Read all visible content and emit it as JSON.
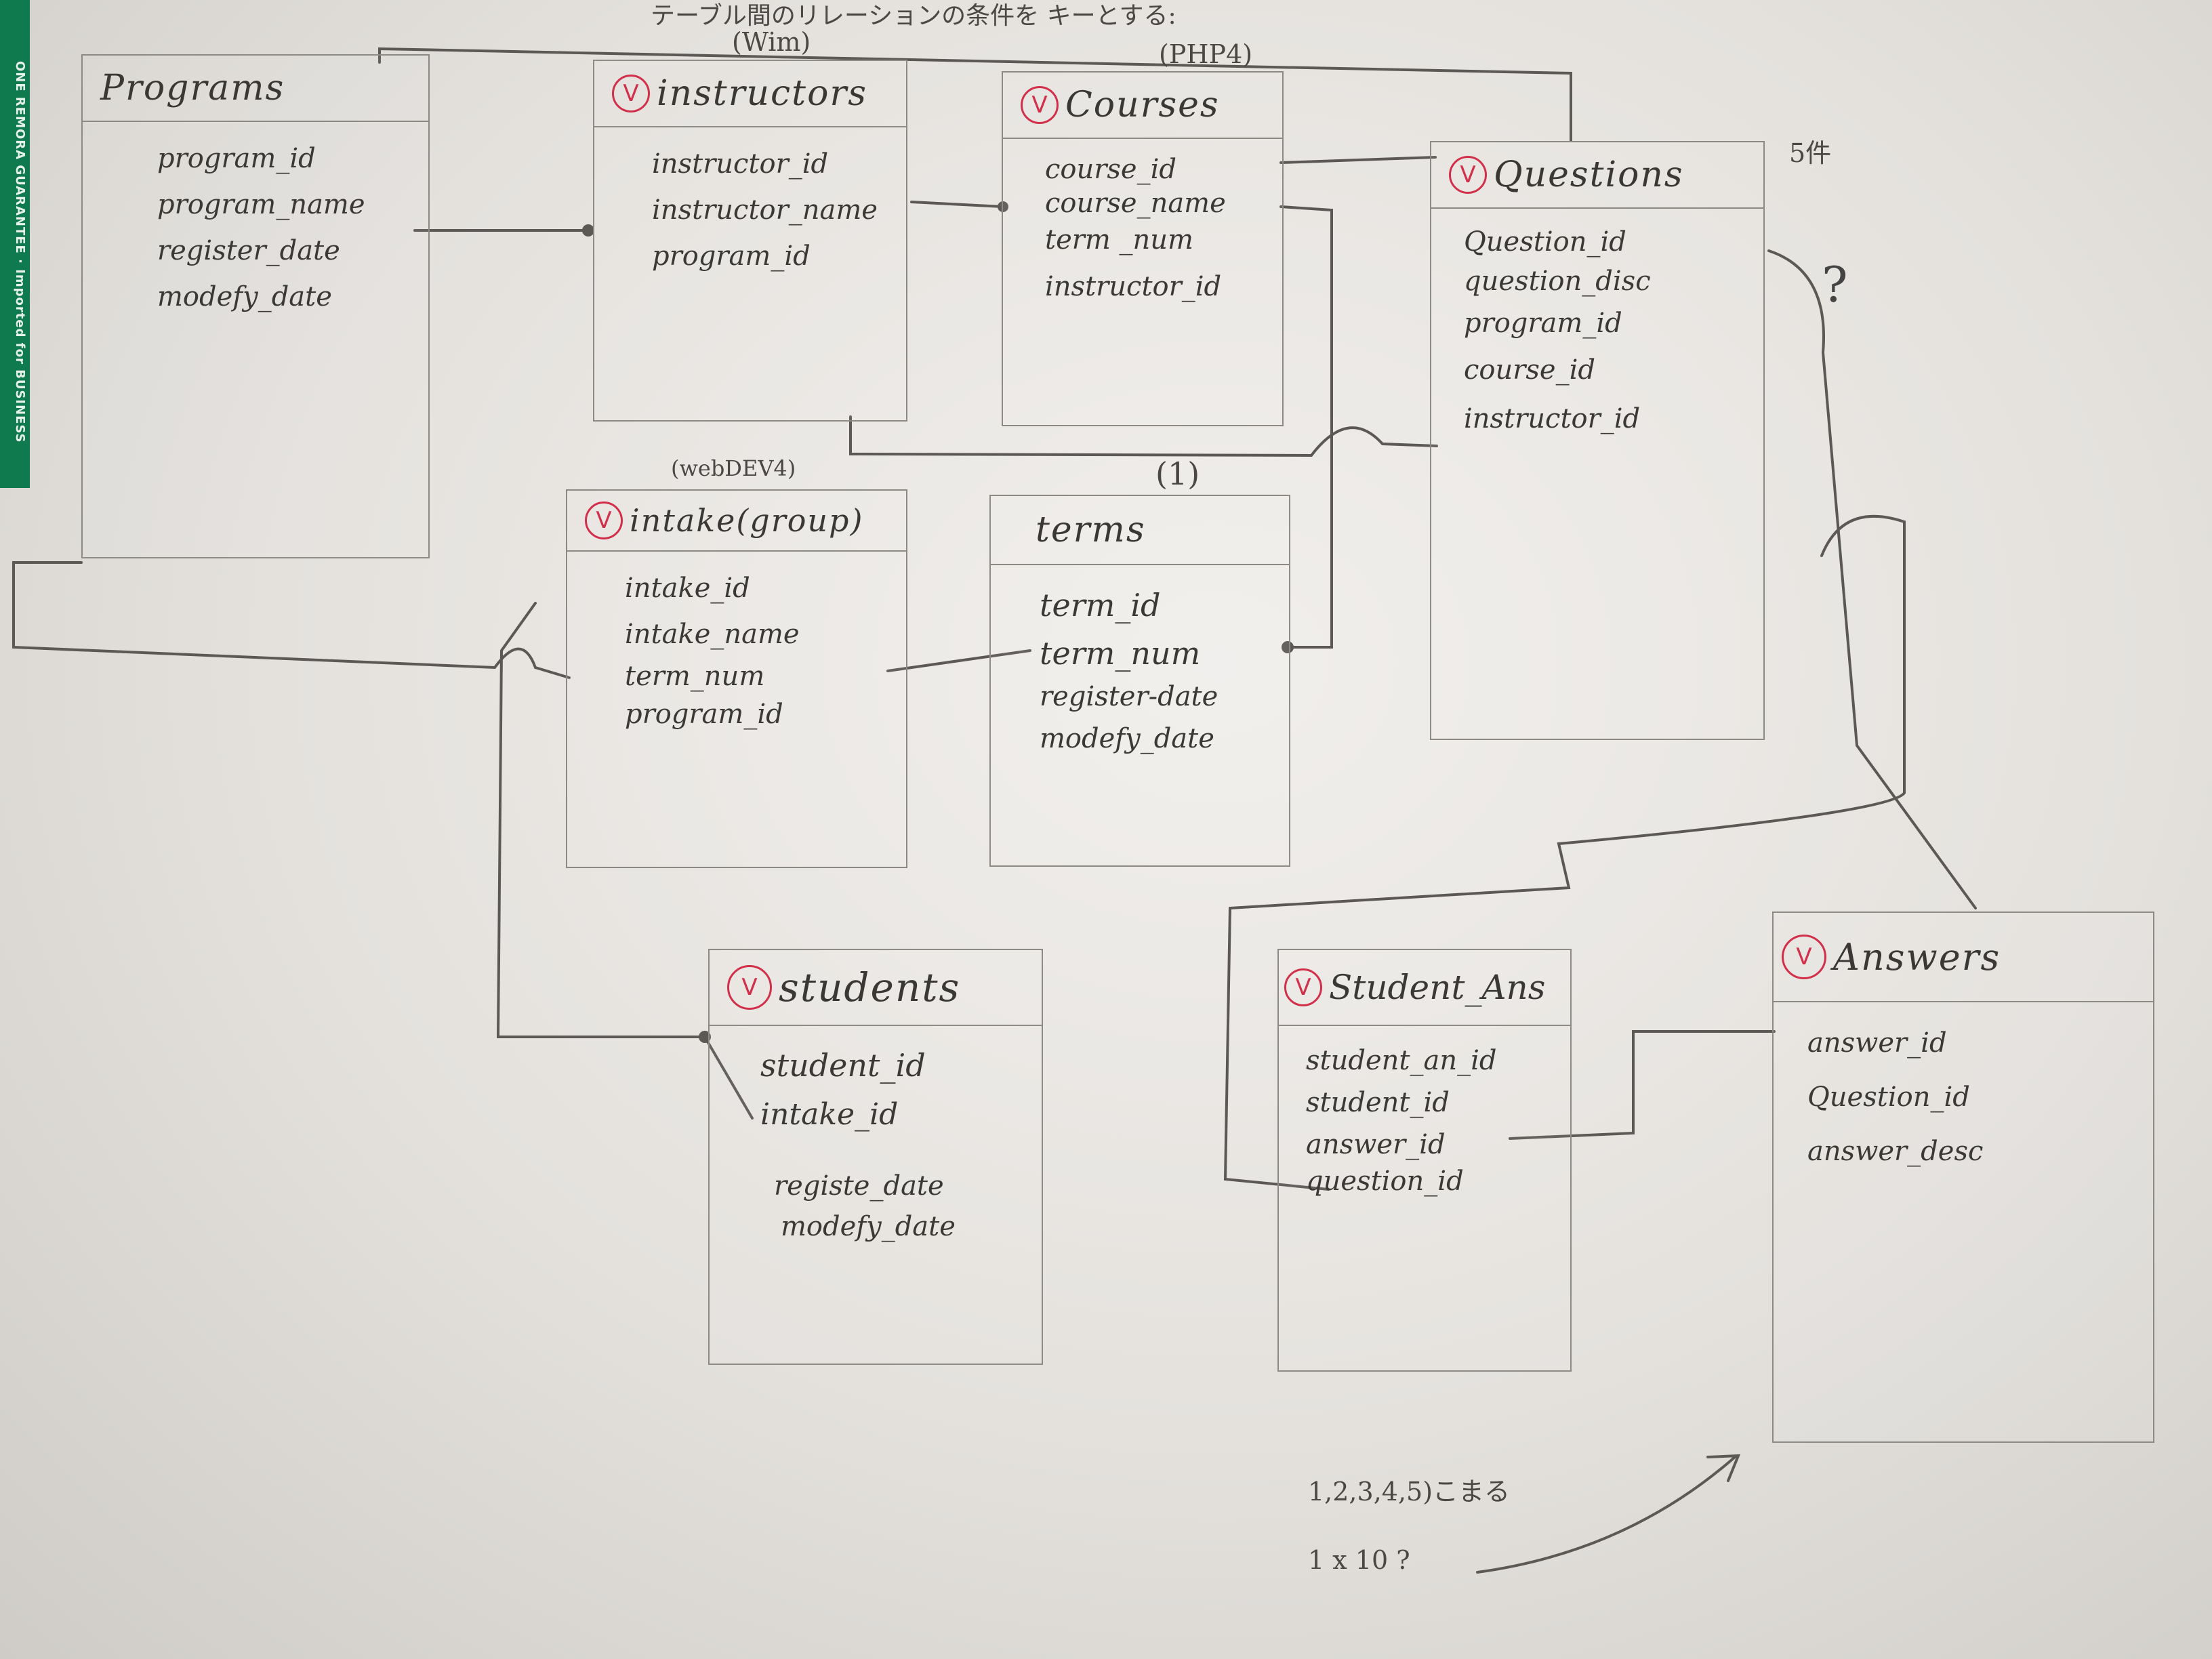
{
  "top_note": "テーブル間のリレーションの条件を キーとする:",
  "book_edge_text": "ONE REMORA GUARANTEE · Imported for BUSINESS",
  "tables": {
    "programs": {
      "title": "Programs",
      "fields": [
        "program_id",
        "program_name",
        "register_date",
        "modefy_date"
      ]
    },
    "instructors": {
      "title": "instructors",
      "annotation": "(Wim)",
      "fields": [
        "instructor_id",
        "instructor_name",
        "program_id"
      ]
    },
    "courses": {
      "title": "Courses",
      "annotation": "(PHP4)",
      "fields": [
        "course_id",
        "course_name",
        "term _num",
        "instructor_id"
      ]
    },
    "questions": {
      "title": "Questions",
      "annotation": "5件",
      "fields": [
        "Question_id",
        "question_disc",
        "program_id",
        "course_id",
        "instructor_id"
      ]
    },
    "intake": {
      "title": "intake(group)",
      "annotation": "(webDEV4)",
      "fields": [
        "intake_id",
        "intake_name",
        "term_num",
        "program_id"
      ]
    },
    "terms": {
      "title": "terms",
      "annotation": "(1)",
      "fields": [
        "term_id",
        "term_num",
        "register-date",
        "modefy_date"
      ]
    },
    "students": {
      "title": "students",
      "fields": [
        "student_id",
        "intake_id",
        "registe_date",
        "modefy_date"
      ]
    },
    "student_ans": {
      "title": "Student_Ans",
      "fields": [
        "student_an_id",
        "student_id",
        "answer_id",
        "question_id"
      ]
    },
    "answers": {
      "title": "Answers",
      "fields": [
        "answer_id",
        "Question_id",
        "answer_desc"
      ]
    }
  },
  "relation_marks": {
    "question": "?"
  },
  "bottom_notes": {
    "line1": "1,2,3,4,5)こまる",
    "line2": "1 x 10 ?"
  },
  "colors": {
    "ink": "#3a3835",
    "pencil": "#8d8a86",
    "red": "#d2304a",
    "book_green": "#0f7a4e"
  }
}
